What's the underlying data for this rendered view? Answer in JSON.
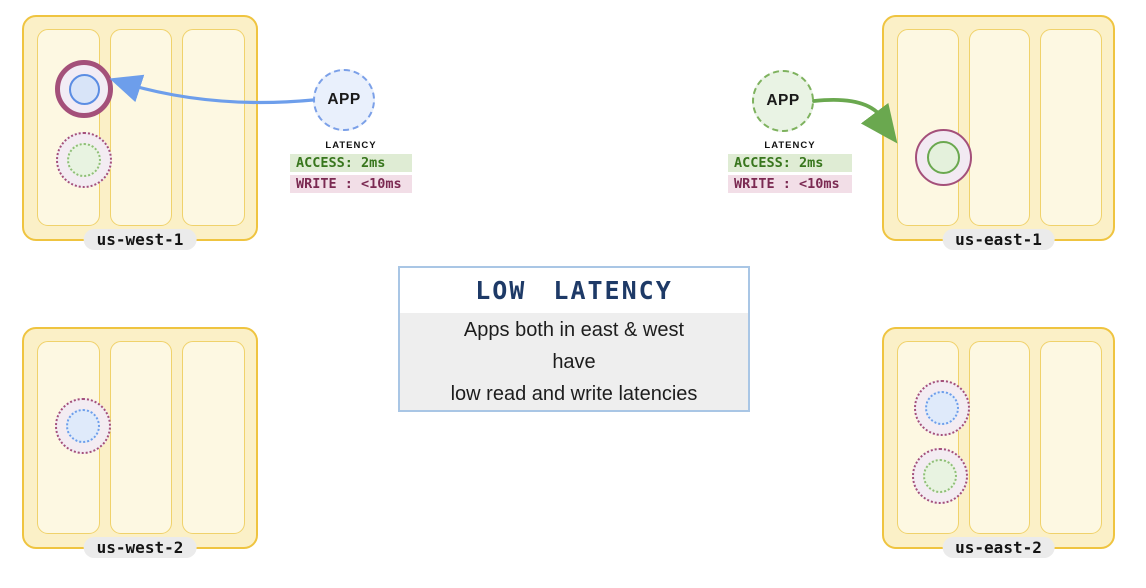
{
  "diagram": {
    "regions": [
      {
        "label": "us-west-1",
        "icons": [
          "leader-replica-blue-ringed-icon",
          "follower-replica-green-dotted-icon"
        ]
      },
      {
        "label": "us-east-1",
        "icons": [
          "leader-replica-green-ringed-icon"
        ]
      },
      {
        "label": "us-west-2",
        "icons": [
          "follower-replica-blue-dotted-icon"
        ]
      },
      {
        "label": "us-east-2",
        "icons": [
          "follower-replica-blue-dotted-icon",
          "follower-replica-green-dotted-icon"
        ]
      }
    ],
    "apps": {
      "west": {
        "label": "APP",
        "border_color": "#7BA0E8",
        "fill": "#E9F0FC"
      },
      "east": {
        "label": "APP",
        "border_color": "#7EB25E",
        "fill": "#E9F3E4"
      }
    },
    "latency_west": {
      "title": "LATENCY",
      "access": "ACCESS: 2ms",
      "write": "WRITE : <10ms"
    },
    "latency_east": {
      "title": "LATENCY",
      "access": "ACCESS: 2ms",
      "write": "WRITE : <10ms"
    },
    "info_box": {
      "title": "LOW LATENCY",
      "line1": "Apps both in east & west",
      "line2": "have",
      "line3": "low read and write latencies"
    },
    "colors": {
      "arrow_west": "#6D9EEB",
      "arrow_east": "#6AA84F",
      "region_fill": "#FBF0C7",
      "region_border": "#EFC440",
      "zone_fill": "#FDF8E2",
      "zone_border": "#F0D26B",
      "replica_ring": "#A4507A",
      "access_badge_bg": "#DFECD4",
      "access_text": "#38761D",
      "write_badge_bg": "#F2DEE7",
      "write_text": "#7B2A52",
      "info_title": "#1E3A67",
      "info_border": "#A9C6E5"
    }
  }
}
